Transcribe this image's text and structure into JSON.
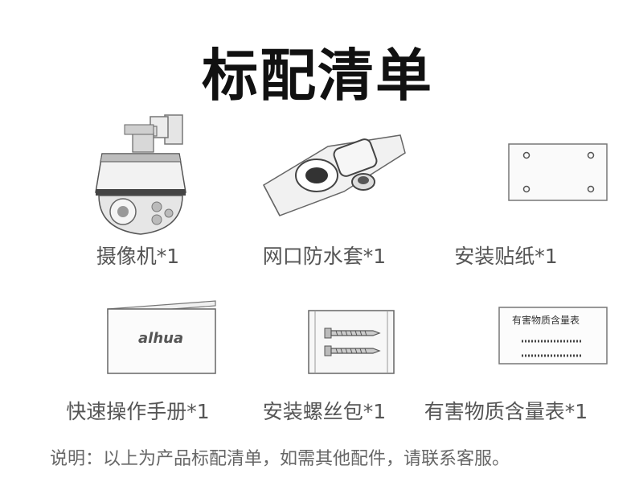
{
  "title": "标配清单",
  "items": [
    {
      "label": "摄像机*1",
      "icon": "camera-icon"
    },
    {
      "label": "网口防水套*1",
      "icon": "waterproof-cover-icon"
    },
    {
      "label": "安装贴纸*1",
      "icon": "sticker-icon"
    },
    {
      "label": "快速操作手册*1",
      "icon": "manual-icon"
    },
    {
      "label": "安装螺丝包*1",
      "icon": "screw-pack-icon"
    },
    {
      "label": "有害物质含量表*1",
      "icon": "hazard-table-icon"
    }
  ],
  "manual_brand": "alhua",
  "hazard_card_title": "有害物质含量表",
  "note": "说明：以上为产品标配清单，如需其他配件，请联系客服。"
}
